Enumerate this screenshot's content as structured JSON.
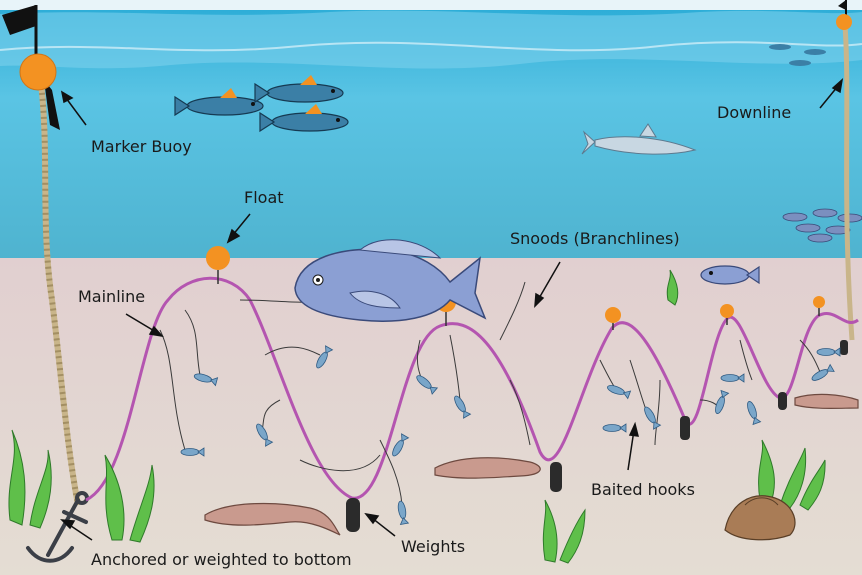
{
  "labels": {
    "marker_buoy": "Marker Buoy",
    "float": "Float",
    "mainline": "Mainline",
    "snoods": "Snoods (Branchlines)",
    "downline": "Downline",
    "baited_hooks": "Baited hooks",
    "weights": "Weights",
    "anchor": "Anchored or weighted to bottom"
  },
  "colors": {
    "water_top": "#3fb6dc",
    "water_bottom": "#5fc3e2",
    "seabed": "#e4ddd8",
    "mainline": "#b455b0",
    "float": "#f39222",
    "weight": "#2b2b2b",
    "rope": "#c9b58a"
  },
  "icons": [
    "flag-icon",
    "anchor-icon",
    "fish-icon",
    "shark-icon",
    "eel-icon",
    "seaweed-icon",
    "rock-icon"
  ]
}
